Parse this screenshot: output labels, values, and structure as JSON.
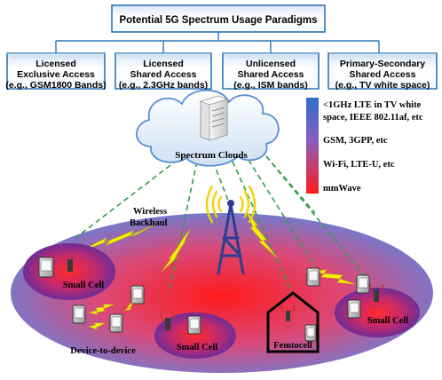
{
  "title": "Potential 5G Spectrum Usage Paradigms",
  "categories": [
    {
      "line1": "Licensed",
      "line2": "Exclusive Access",
      "line3": "(e.g., GSM1800 Bands)"
    },
    {
      "line1": "Licensed",
      "line2": "Shared Access",
      "line3": "(e.g., 2.3GHz bands)"
    },
    {
      "line1": "Unlicensed",
      "line2": "Shared Access",
      "line3": "(e.g., ISM bands)"
    },
    {
      "line1": "Primary-Secondary",
      "line2": "Shared Access",
      "line3": "(e.g., TV white space)"
    }
  ],
  "legend": {
    "line1": "<1GHz LTE in TV white",
    "line2": "space, IEEE 802.11af, etc",
    "line3": "GSM, 3GPP, etc",
    "line4": "Wi-Fi, LTE-U, etc",
    "line5": "mmWave"
  },
  "cloud_label": "Spectrum Clouds",
  "labels": {
    "wireless_backhaul_1": "Wireless",
    "wireless_backhaul_2": "Backhaul",
    "small_cell_left": "Small Cell",
    "small_cell_center": "Small Cell",
    "small_cell_right": "Small Cell",
    "d2d": "Device-to-device",
    "femtocell": "Femtocell"
  },
  "colors": {
    "header_box": "#2e75b6",
    "legend_top": "#2e6fc9",
    "legend_bottom": "#ff1a1a",
    "ellipse_center": "#ff1a1a",
    "ellipse_edge": "#4472c4",
    "small_cell_center": "#ff2a2a",
    "small_cell_edge": "#5b2ca0",
    "dashed_link": "#2e9e4a",
    "bolt": "#f2f200"
  }
}
